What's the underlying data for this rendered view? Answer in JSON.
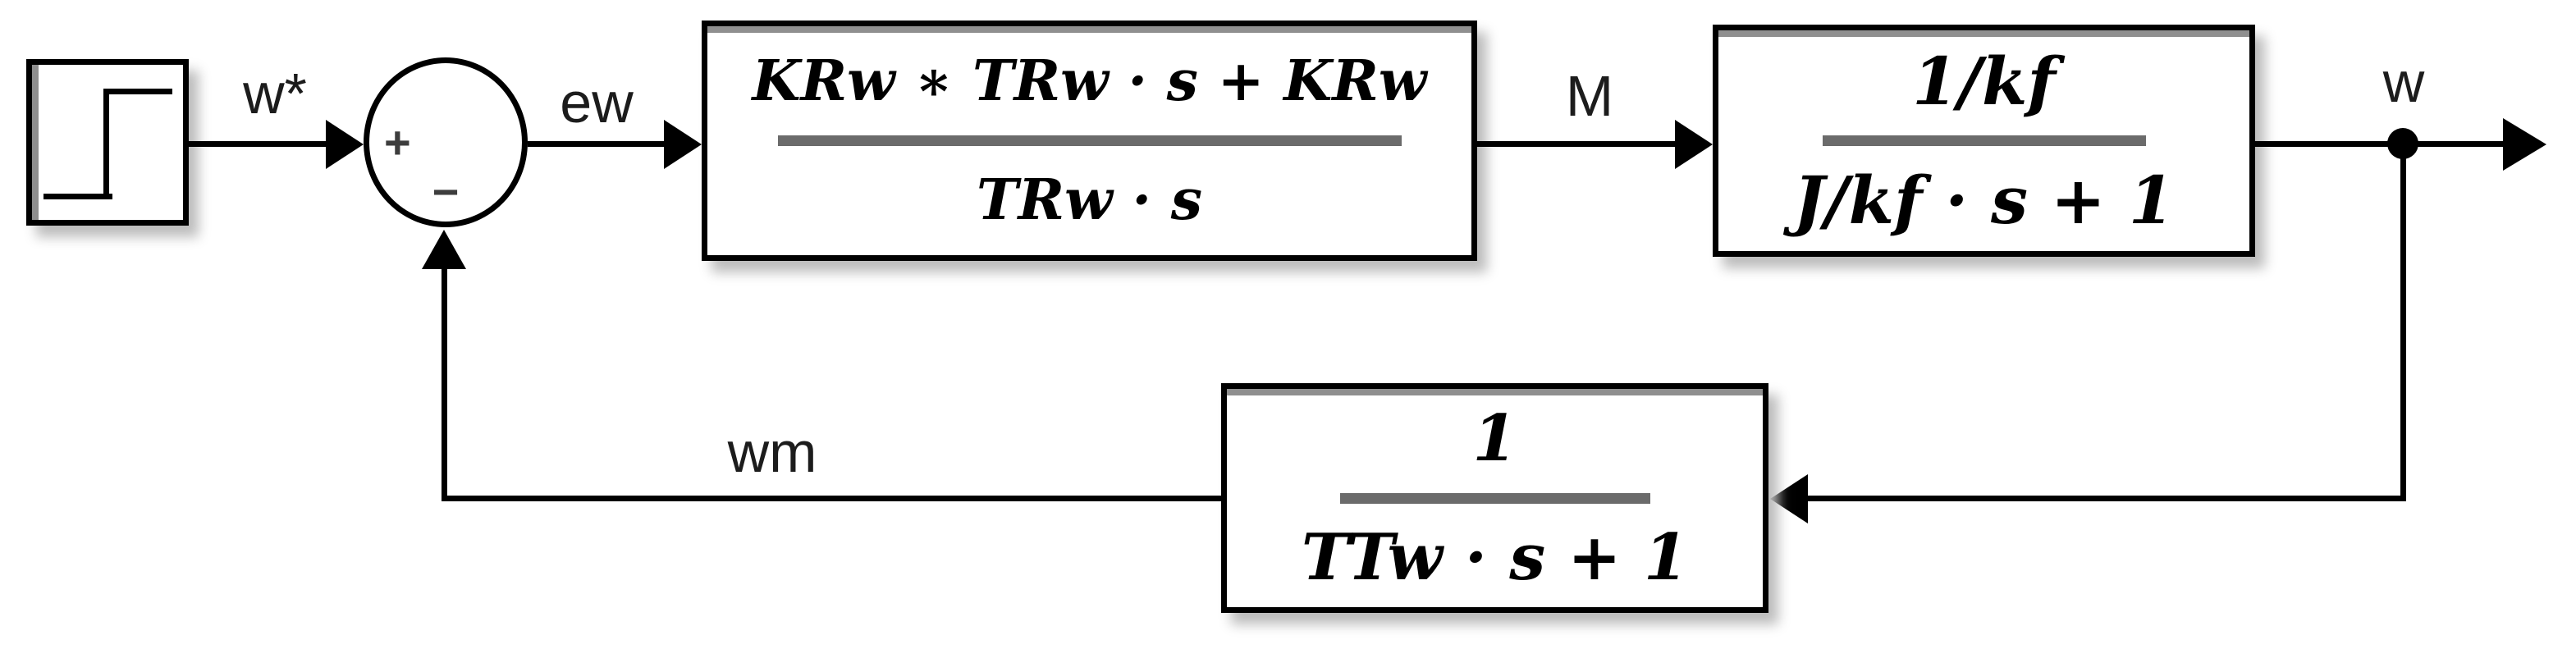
{
  "colors": {
    "background": "#ffffff",
    "line": "#000000",
    "fraction_bar": "#6b6b6b",
    "block_shadow": "#bdbdbd",
    "label_text": "#1c1c1c"
  },
  "blocks": {
    "controller": {
      "num": "KRw ∗ TRw · s + KRw",
      "den": "TRw · s"
    },
    "plant": {
      "num": "1/kf",
      "den": "J/kf · s + 1"
    },
    "feedback": {
      "num": "1",
      "den": "TTw · s + 1"
    }
  },
  "sum": {
    "plus": "+",
    "minus": "−"
  },
  "labels": {
    "reference": "w*",
    "error": "ew",
    "torque": "M",
    "speed": "w",
    "measured": "wm"
  }
}
